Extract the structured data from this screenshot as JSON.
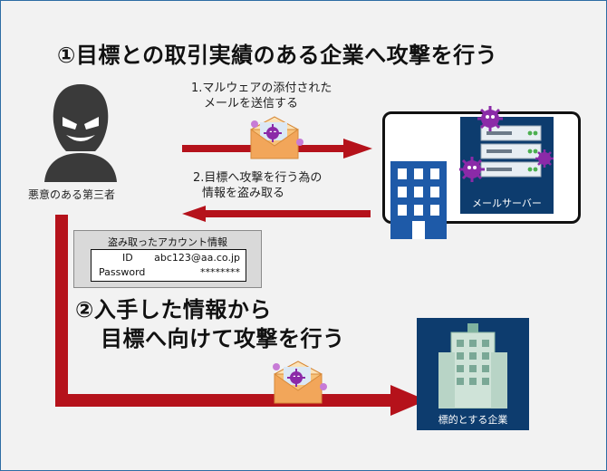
{
  "title_main": "①目標との取引実績のある企業へ攻撃を行う",
  "title_second_line1": "②入手した情報から",
  "title_second_line2": "目標へ向けて攻撃を行う",
  "step1_line1": "1.マルウェアの添付された",
  "step1_line2": "メールを送信する",
  "step2_line1": "2.目標へ攻撃を行う為の",
  "step2_line2": "情報を盗み取る",
  "attacker_label": "悪意のある第三者",
  "server_label": "メールサーバー",
  "target_label": "標的とする企業",
  "credentials": {
    "title": "盗み取ったアカウント情報",
    "id_label": "ID",
    "id_value": "abc123@aa.co.jp",
    "password_label": "Password",
    "password_value": "********"
  },
  "colors": {
    "arrow_red": "#b5121b",
    "navy": "#0d3c6e",
    "virus_purple": "#8b2aa8",
    "envelope_orange": "#f2a65a"
  },
  "icons": [
    "hacker-icon",
    "envelope-icon",
    "virus-icon",
    "server-icon",
    "office-building-icon",
    "target-building-icon"
  ]
}
